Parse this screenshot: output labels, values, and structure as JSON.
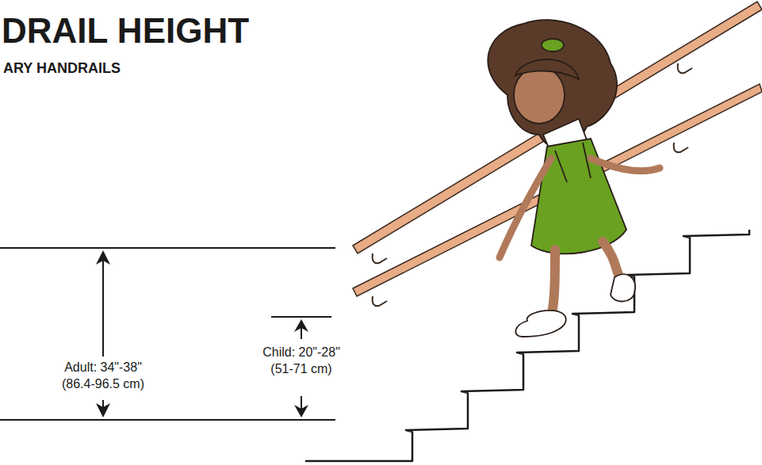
{
  "diagram": {
    "title": "DRAIL HEIGHT",
    "labels": [
      "ARY HANDRAILS",
      "Adult: 34\"-38\"",
      "(86.4-96.5 cm)",
      "Child: 20\"-28\"",
      "(51-71 cm)"
    ]
  }
}
